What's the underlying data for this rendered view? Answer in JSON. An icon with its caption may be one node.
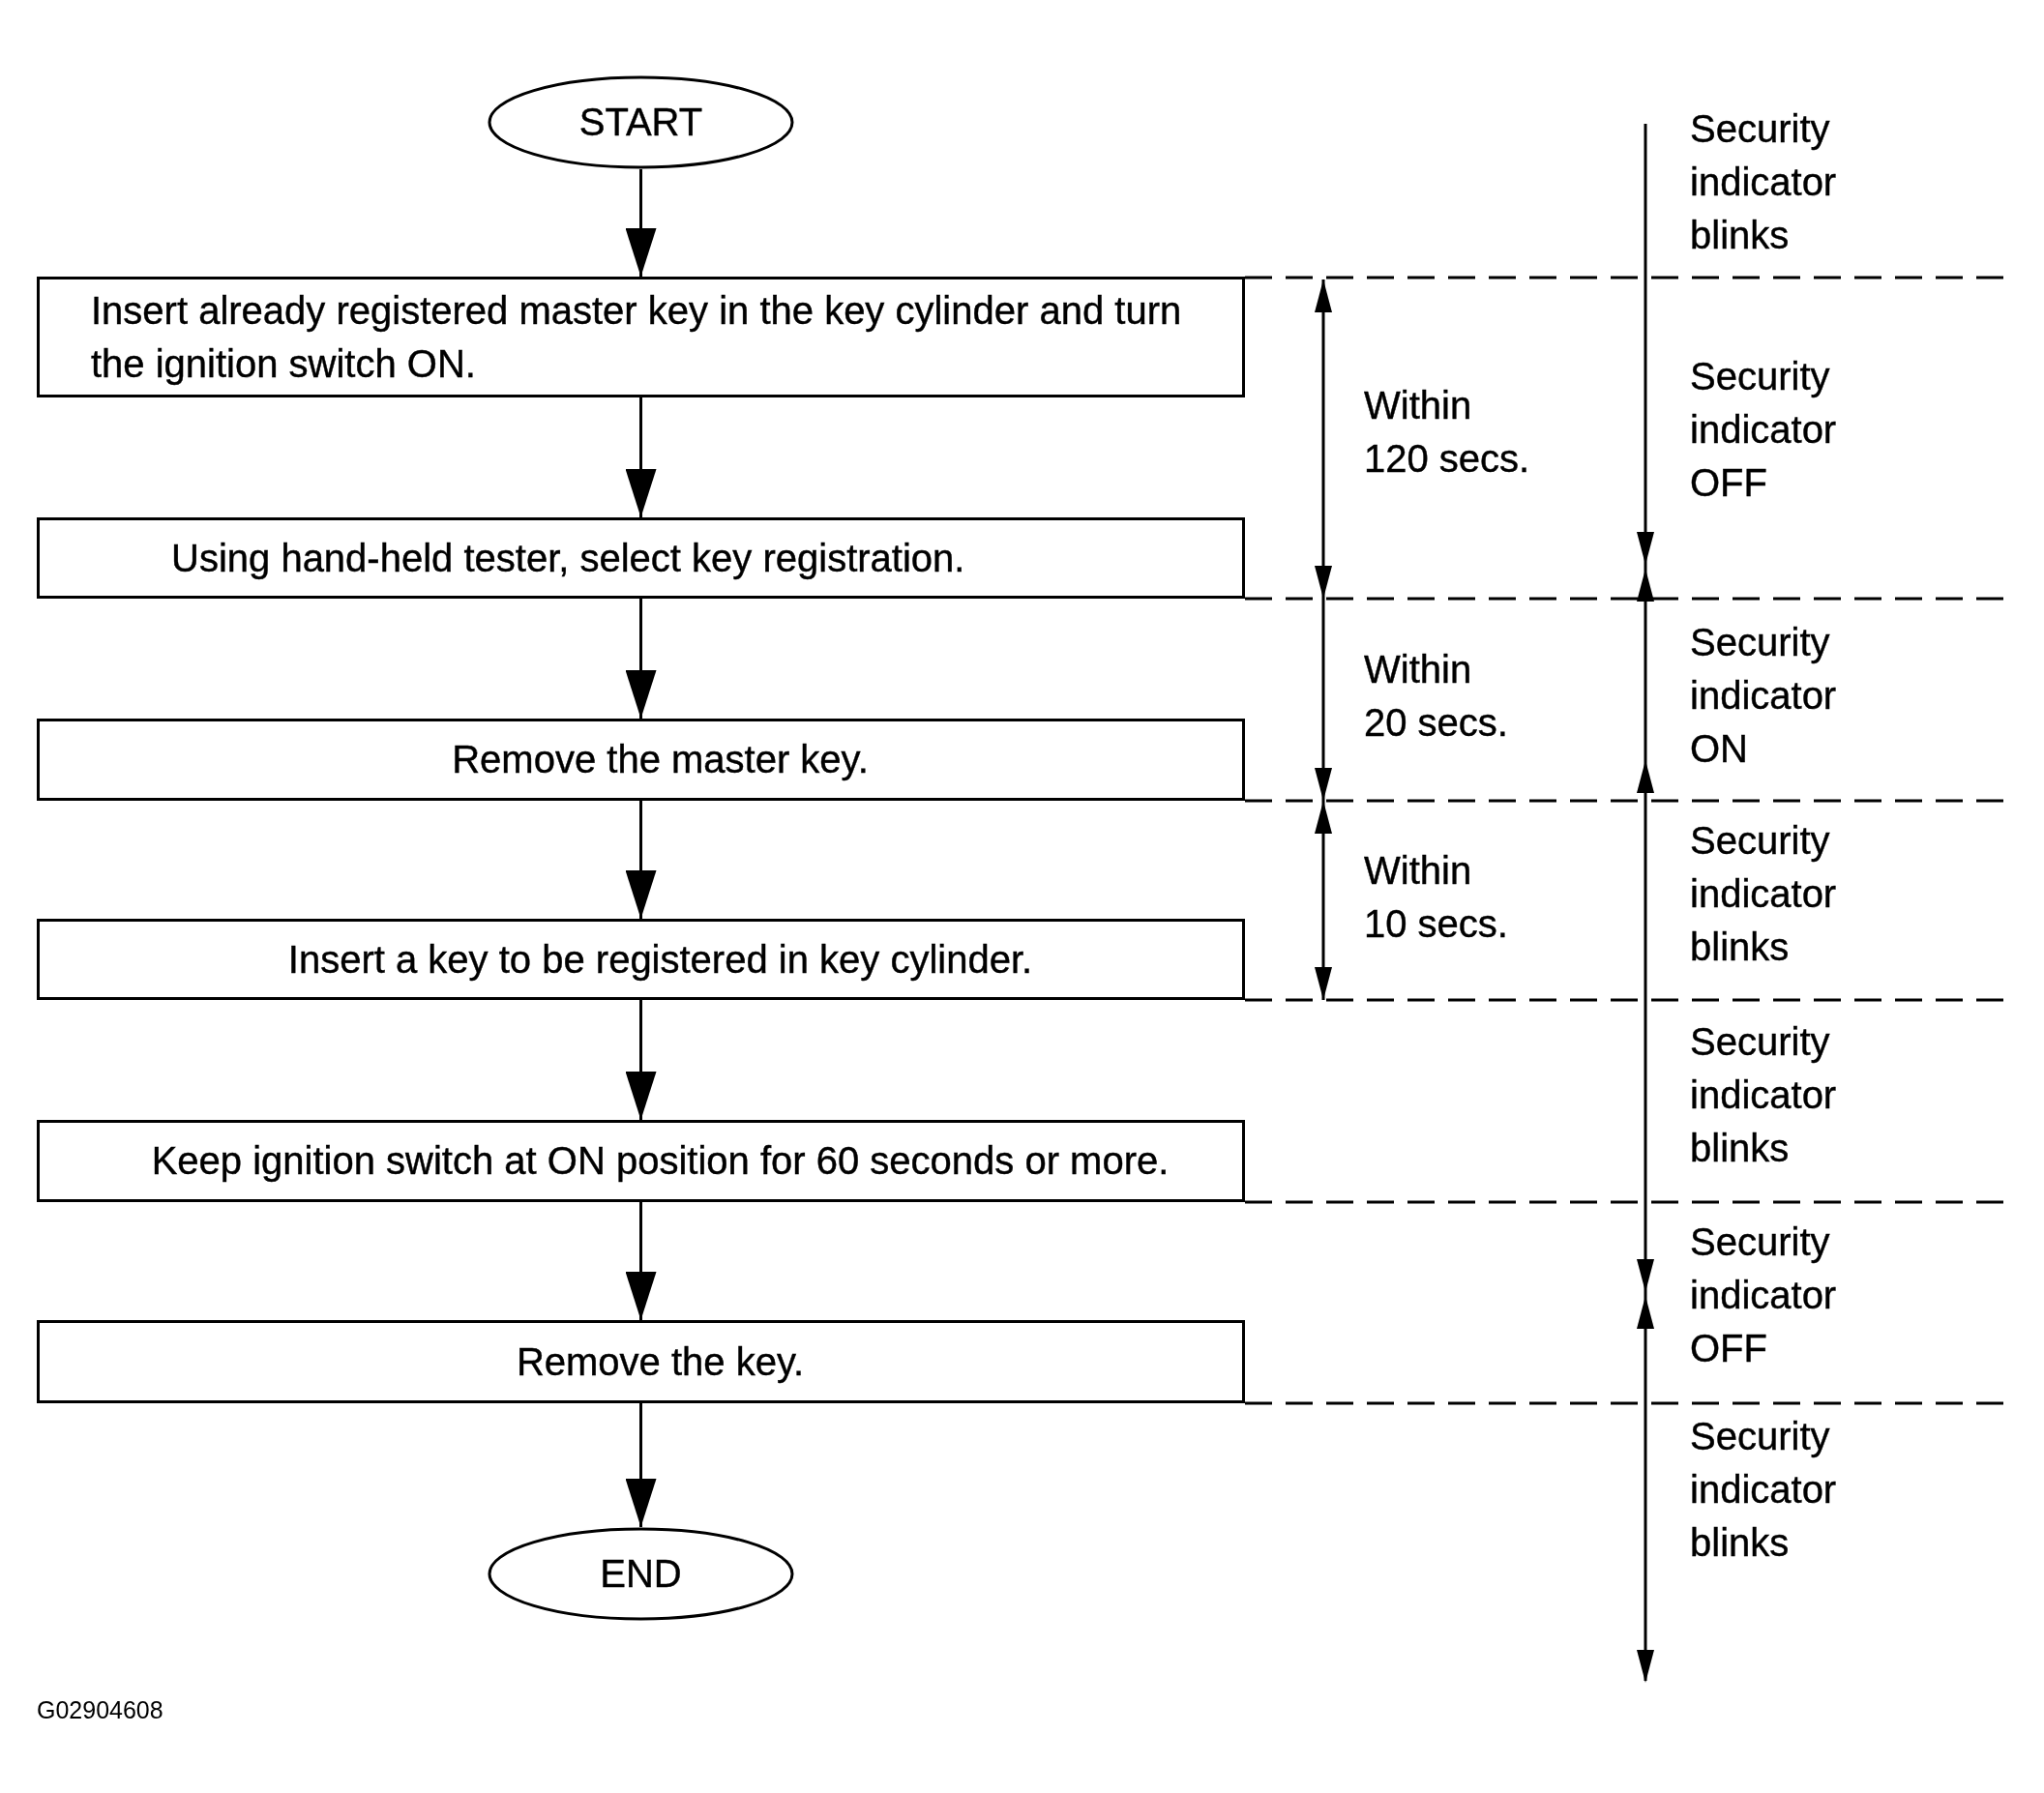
{
  "diagram": {
    "nodes": [
      {
        "text": [
          "START"
        ]
      },
      {
        "text": [
          "Insert already registered master key in the key cylinder and turn the ignition switch ON."
        ]
      },
      {
        "text": [
          "Using hand-held tester, select key registration."
        ]
      },
      {
        "text": [
          "Remove the master key."
        ]
      },
      {
        "text": [
          "Insert a key to be registered in key cylinder."
        ]
      },
      {
        "text": [
          "Keep ignition switch at ON position for 60 seconds or more."
        ]
      },
      {
        "text": [
          "Remove the key."
        ]
      },
      {
        "text": [
          "END"
        ]
      }
    ],
    "edges": [
      {
        "from": 0,
        "to": 1,
        "arrow": "to"
      },
      {
        "from": 1,
        "to": 2,
        "arrow": "to"
      },
      {
        "from": 2,
        "to": 3,
        "arrow": "to"
      },
      {
        "from": 3,
        "to": 4,
        "arrow": "to"
      },
      {
        "from": 4,
        "to": 5,
        "arrow": "to"
      },
      {
        "from": 5,
        "to": 6,
        "arrow": "to"
      },
      {
        "from": 6,
        "to": 7,
        "arrow": "to"
      }
    ],
    "labels": [
      "Security indicator blinks",
      "Within 120 secs.",
      "Security indicator OFF",
      "Within 20 secs.",
      "Security indicator ON",
      "Within 10 secs.",
      "Security indicator blinks",
      "Security indicator blinks",
      "Security indicator OFF",
      "Security indicator blinks",
      "G02904608"
    ]
  }
}
